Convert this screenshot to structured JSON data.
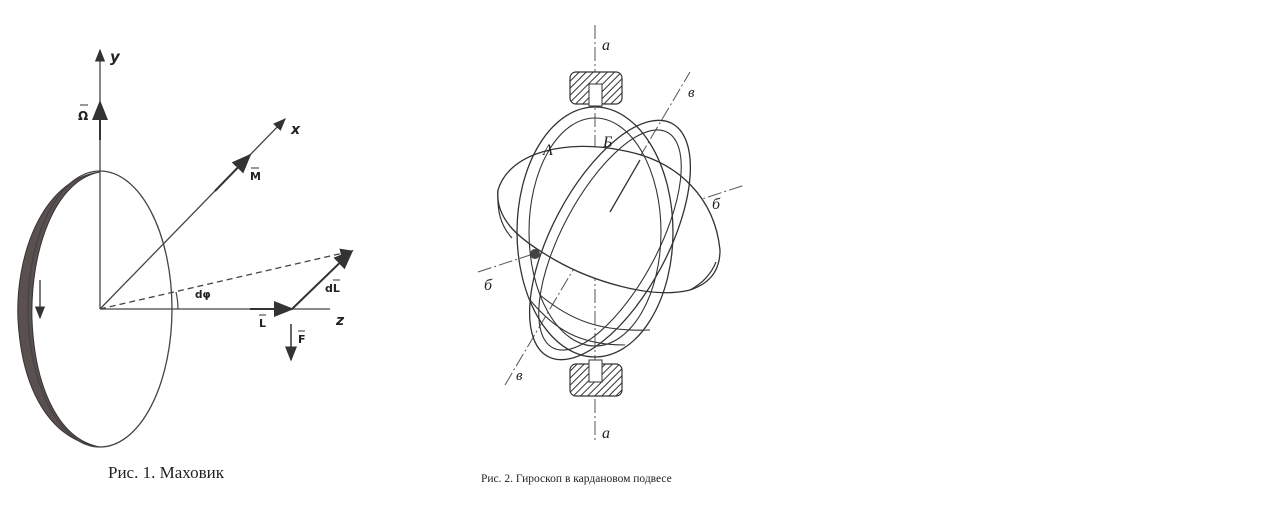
{
  "figure1": {
    "caption": "Рис. 1. Маховик",
    "labels": {
      "y": "y",
      "x": "x",
      "z": "z",
      "omega": "Ω",
      "moment": "M",
      "dphi": "dφ",
      "dL": "dL",
      "L": "L",
      "F": "F"
    }
  },
  "figure2": {
    "caption": "Рис. 2. Гироскоп в кардановом подвесе",
    "labels": {
      "a_top": "а",
      "a_bottom": "а",
      "v_top": "в",
      "v_bottom": "в",
      "b_right": "б",
      "b_left": "б",
      "ring_A": "А",
      "ring_B": "Б"
    }
  }
}
